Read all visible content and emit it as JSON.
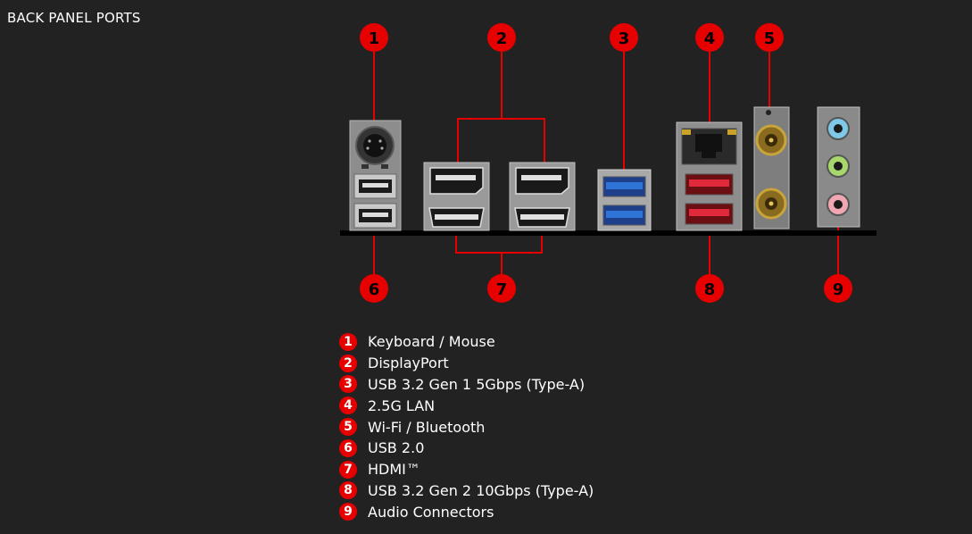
{
  "title": "BACK PANEL PORTS",
  "accent_color": "#e60000",
  "legend": [
    {
      "num": "1",
      "label": "Keyboard / Mouse"
    },
    {
      "num": "2",
      "label": "DisplayPort"
    },
    {
      "num": "3",
      "label": "USB 3.2 Gen 1 5Gbps (Type-A)"
    },
    {
      "num": "4",
      "label": "2.5G LAN"
    },
    {
      "num": "5",
      "label": "Wi-Fi / Bluetooth"
    },
    {
      "num": "6",
      "label": "USB 2.0"
    },
    {
      "num": "7",
      "label": "HDMI™"
    },
    {
      "num": "8",
      "label": "USB 3.2 Gen 2 10Gbps (Type-A)"
    },
    {
      "num": "9",
      "label": "Audio Connectors"
    }
  ],
  "badges": {
    "b1": "1",
    "b2": "2",
    "b3": "3",
    "b4": "4",
    "b5": "5",
    "b6": "6",
    "b7": "7",
    "b8": "8",
    "b9": "9"
  }
}
